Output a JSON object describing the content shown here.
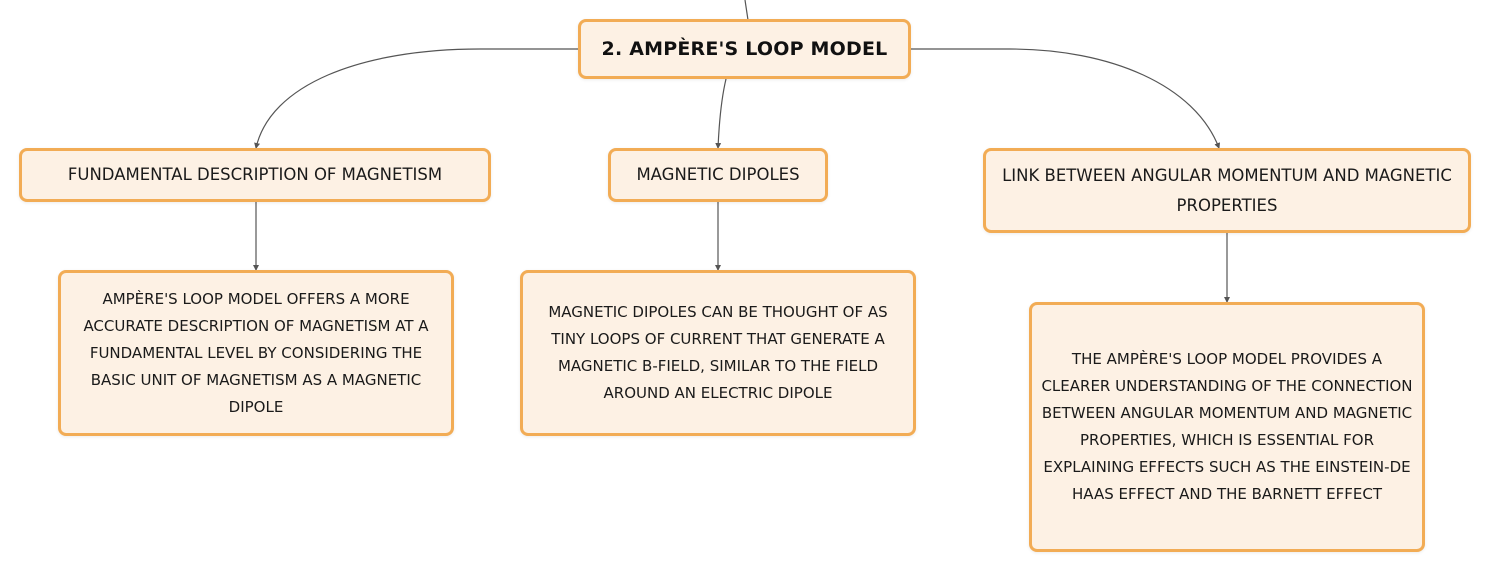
{
  "diagram": {
    "root": {
      "label": "2. AMPÈRE'S LOOP MODEL"
    },
    "topics": [
      {
        "label": "FUNDAMENTAL DESCRIPTION OF MAGNETISM",
        "detail": "AMPÈRE'S LOOP MODEL OFFERS A MORE ACCURATE DESCRIPTION OF MAGNETISM AT A FUNDAMENTAL LEVEL BY CONSIDERING THE BASIC UNIT OF MAGNETISM AS A MAGNETIC DIPOLE"
      },
      {
        "label": "MAGNETIC DIPOLES",
        "detail": "MAGNETIC DIPOLES CAN BE THOUGHT OF AS TINY LOOPS OF CURRENT THAT GENERATE A MAGNETIC B-FIELD, SIMILAR TO THE FIELD AROUND AN ELECTRIC DIPOLE"
      },
      {
        "label": "LINK BETWEEN ANGULAR MOMENTUM AND MAGNETIC PROPERTIES",
        "detail": "THE AMPÈRE'S LOOP MODEL PROVIDES A CLEARER UNDERSTANDING OF THE CONNECTION BETWEEN ANGULAR MOMENTUM AND MAGNETIC PROPERTIES, WHICH IS ESSENTIAL FOR EXPLAINING EFFECTS SUCH AS THE EINSTEIN-DE HAAS EFFECT AND THE BARNETT EFFECT"
      }
    ]
  },
  "colors": {
    "node_fill": "#fdf1e4",
    "node_border": "#f2ac55",
    "connector": "#555555",
    "text": "#1a1a1a"
  }
}
